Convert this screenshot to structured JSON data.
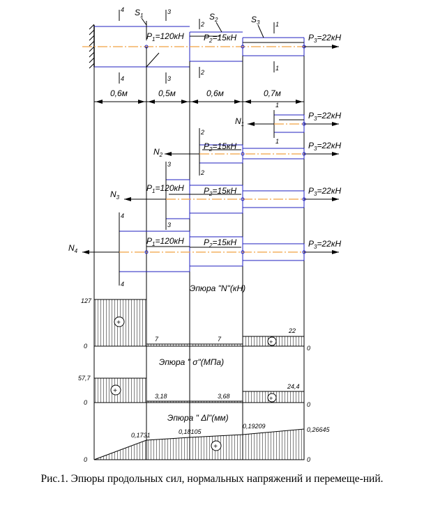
{
  "forces": {
    "p1": "P",
    "p1_sub": "1",
    "p1_val": "=120кН",
    "p2": "P",
    "p2_sub": "2",
    "p2_val": "=15кН",
    "p3": "P",
    "p3_sub": "3",
    "p3_val": "=22кН"
  },
  "sections": {
    "s_letter": "S",
    "s1": "1",
    "s2": "2",
    "s3": "3",
    "n_letter": "N",
    "n1": "1",
    "n2": "2",
    "n3": "3",
    "n4": "4",
    "mark_1": "1",
    "mark_2": "2",
    "mark_3": "3",
    "mark_4": "4"
  },
  "lengths": {
    "l1": "0,6м",
    "l2": "0,5м",
    "l3": "0,6м",
    "l4": "0,7м"
  },
  "diagrams": {
    "n_title": "Эпюра \"N\"(кН)",
    "n_values": {
      "left": "127",
      "mid_a": "7",
      "mid_b": "7",
      "right": "22",
      "zero": "0"
    },
    "sigma_title": "Эпюра \" σ\"(МПа)",
    "sigma_values": {
      "left": "57,7",
      "mid_a": "3,18",
      "mid_b": "3,68",
      "right": "24,4",
      "zero": "0"
    },
    "delta_title": "Эпюра \" Δl\"(мм)",
    "delta_values": {
      "v1": "0,1731",
      "v2": "0,18105",
      "v3": "0,19209",
      "v4": "0,26645",
      "zero": "0"
    },
    "plus": "+"
  },
  "caption": "Рис.1. Эпюры продольных сил, нормальных напряжений и перемеще-ний."
}
